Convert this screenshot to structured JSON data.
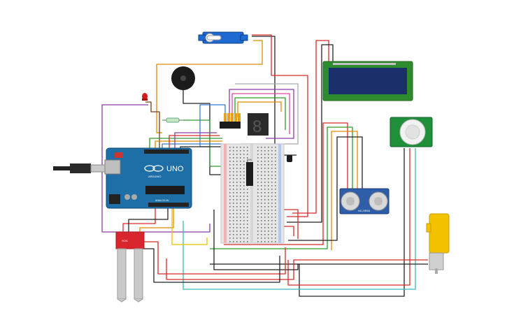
{
  "arduino": {
    "brand": "UNO",
    "logo_text": "ARDUINO",
    "sub_text": "ANALOG IN"
  },
  "lcd": {
    "line1": "",
    "line2": ""
  },
  "seven_segment": {
    "digit": "8"
  },
  "ultrasonic": {
    "label": "HC-SR04"
  },
  "shift_register": {
    "label": "595"
  },
  "soil_sensor": {
    "label": "SOIL"
  },
  "colors": {
    "board": "#1e6fa8",
    "breadboard": "#e6e6e6",
    "lcd_frame": "#2e8b2e",
    "lcd_screen": "#1b2f6b",
    "motor": "#f2c200",
    "servo": "#1d6ad1",
    "soil": "#d9262e",
    "pir": "#1f8f3a"
  }
}
